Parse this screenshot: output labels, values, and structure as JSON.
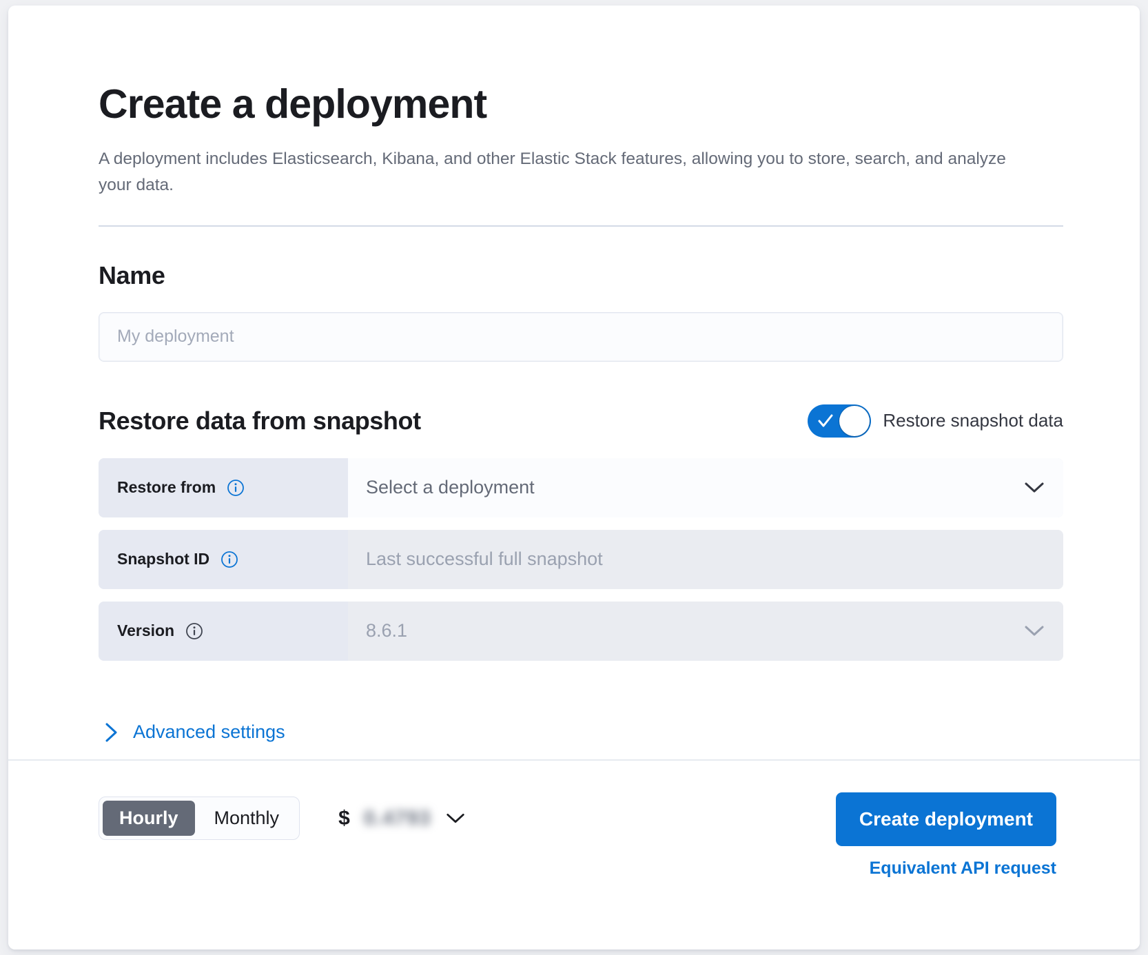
{
  "page": {
    "title": "Create a deployment",
    "description": "A deployment includes Elasticsearch, Kibana, and other Elastic Stack features, allowing you to store, search, and analyze your data."
  },
  "name_section": {
    "heading": "Name",
    "input_placeholder": "My deployment",
    "input_value": ""
  },
  "snapshot_section": {
    "heading": "Restore data from snapshot",
    "toggle_label": "Restore snapshot data",
    "toggle_on": true,
    "rows": [
      {
        "label": "Restore from",
        "info_icon": "info-circle-icon",
        "value": "Select a deployment",
        "is_placeholder": true,
        "disabled": false,
        "has_chevron": true
      },
      {
        "label": "Snapshot ID",
        "info_icon": "info-circle-icon",
        "value": "Last successful full snapshot",
        "is_placeholder": true,
        "disabled": true,
        "has_chevron": false
      },
      {
        "label": "Version",
        "info_icon": "info-circle-icon",
        "value": "8.6.1",
        "is_placeholder": true,
        "disabled": true,
        "has_chevron": true
      }
    ],
    "advanced_settings_label": "Advanced settings",
    "advanced_icon": "chevron-right-icon"
  },
  "footer": {
    "billing_options": [
      "Hourly",
      "Monthly"
    ],
    "billing_selected": "Hourly",
    "price_currency": "$",
    "price_amount": "0.4793",
    "price_chevron": "chevron-down-icon",
    "create_button_label": "Create deployment",
    "api_link_label": "Equivalent API request"
  },
  "colors": {
    "accent": "#0b74d4",
    "text": "#1b1c21",
    "muted": "#646a77",
    "placeholder": "#a3aab9",
    "prepend_bg": "#e6e9f2",
    "disabled_bg": "#eaecf1",
    "segment_active_bg": "#646a77"
  }
}
